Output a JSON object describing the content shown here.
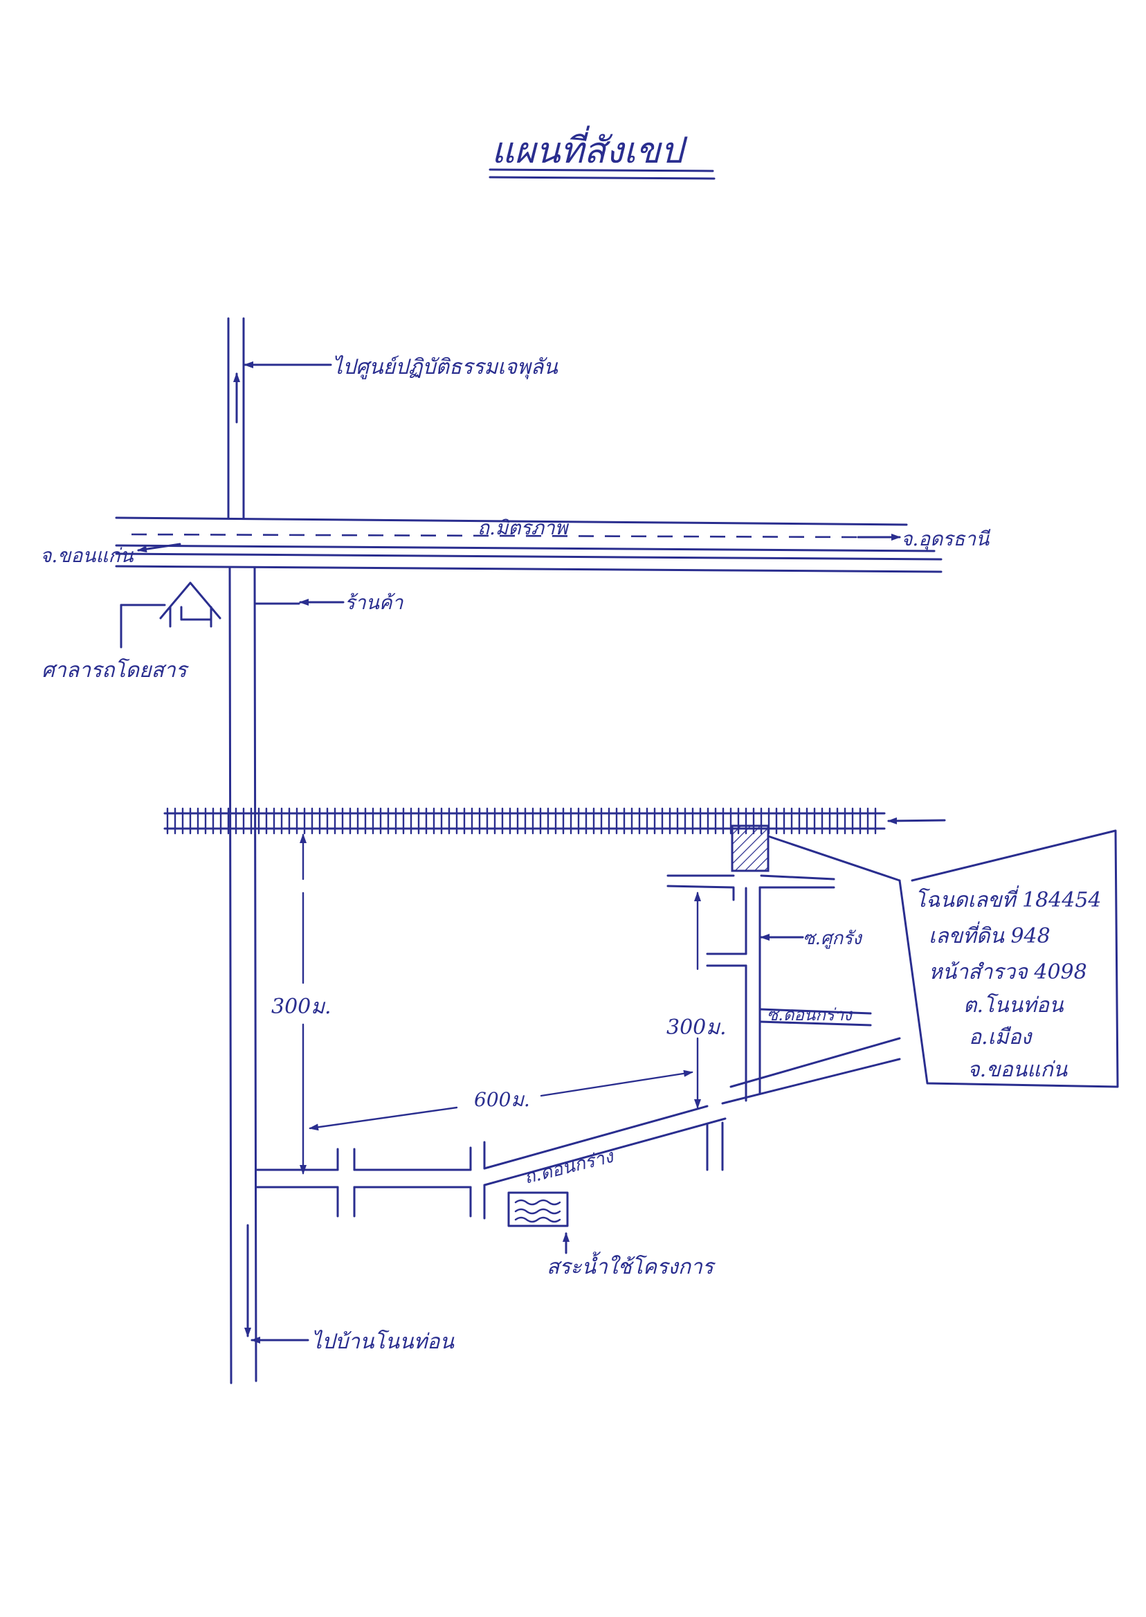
{
  "title": "แผนที่สังเขป",
  "labels": {
    "to_cultural_center": "ไปศูนย์ปฏิบัติธรรมเจพุลัน",
    "road_name": "ถ.มิตรภาพ",
    "to_udon": "จ.อุดรธานี",
    "to_khonkaen": "จ.ขอนแก่น",
    "shop": "ร้านค้า",
    "bus_shelter": "ศาลารถโดยสาร",
    "dist_vertical_left": "300ม.",
    "dist_horizontal": "600ม.",
    "dist_vertical_right": "300ม.",
    "soi_1": "ซ.ศูกรัง",
    "soi_2": "ซ.ดอนกร่าง",
    "soi_3": "ถ.ดอนกร่าง",
    "pond": "สระน้ำใช้โครงการ",
    "to_village": "ไปบ้านโนนท่อน"
  },
  "land_info": [
    "โฉนดเลขที่ 184454",
    "เลขที่ดิน 948",
    "หน้าสำรวจ 4098",
    "ต.โนนท่อน",
    "อ.เมือง",
    "จ.ขอนแก่น"
  ],
  "colors": {
    "ink": "#2a2e8f",
    "paper": "#ffffff"
  }
}
